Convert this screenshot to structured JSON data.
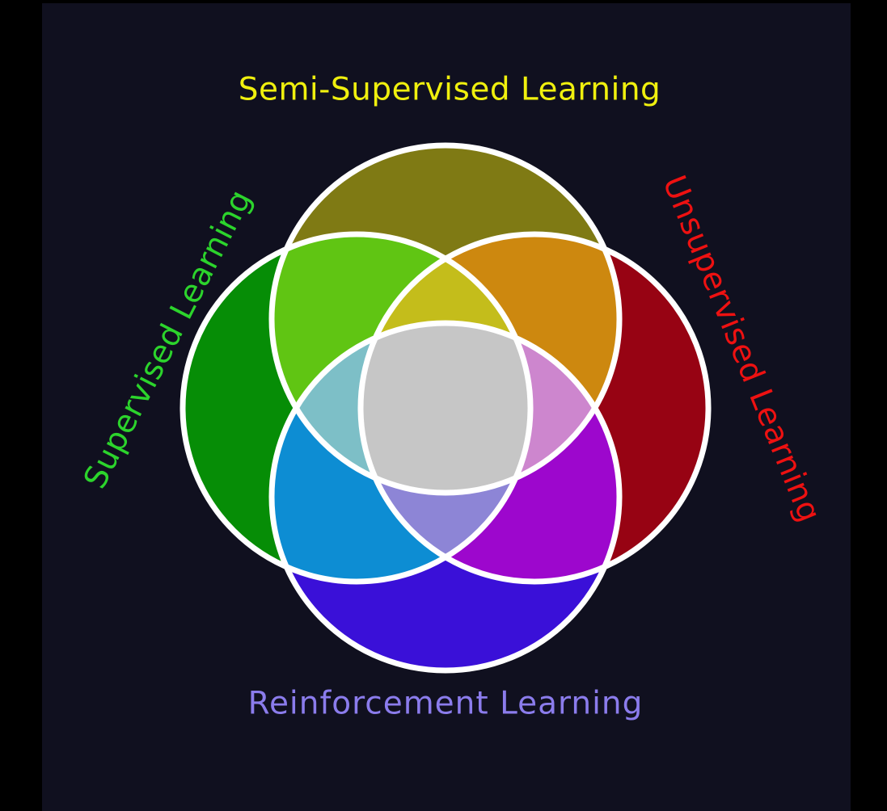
{
  "page": {
    "background_color": "#000000",
    "panel_color": "#10101f"
  },
  "venn": {
    "stroke_color": "#ffffff",
    "sets": [
      {
        "position": "top",
        "label": "Semi-Supervised Learning",
        "label_color": "#f0f00e",
        "circle_color": "#7f7a14"
      },
      {
        "position": "left",
        "label": "Supervised Learning",
        "label_color": "#2cd42c",
        "circle_color": "#068d06"
      },
      {
        "position": "right",
        "label": "Unsupervised Learning",
        "label_color": "#ee1111",
        "circle_color": "#970313"
      },
      {
        "position": "bottom",
        "label": "Reinforcement Learning",
        "label_color": "#8b7cec",
        "circle_color": "#3a10d8"
      }
    ],
    "overlap_colors": {
      "semi_supervised": "#60c513",
      "semi_unsupervised": "#cd880f",
      "reinforcement_supervised": "#0d8dd3",
      "reinforcement_unsupervised": "#9d07cd",
      "semi_supervised_unsupervised": "#c4bd1b",
      "reinforcement_supervised_unsupervised": "#8d85d6",
      "supervised_semi_reinforcement": "#7dbfc7",
      "unsupervised_semi_reinforcement": "#cd86ce",
      "all_four": "#c6c6c6"
    }
  }
}
